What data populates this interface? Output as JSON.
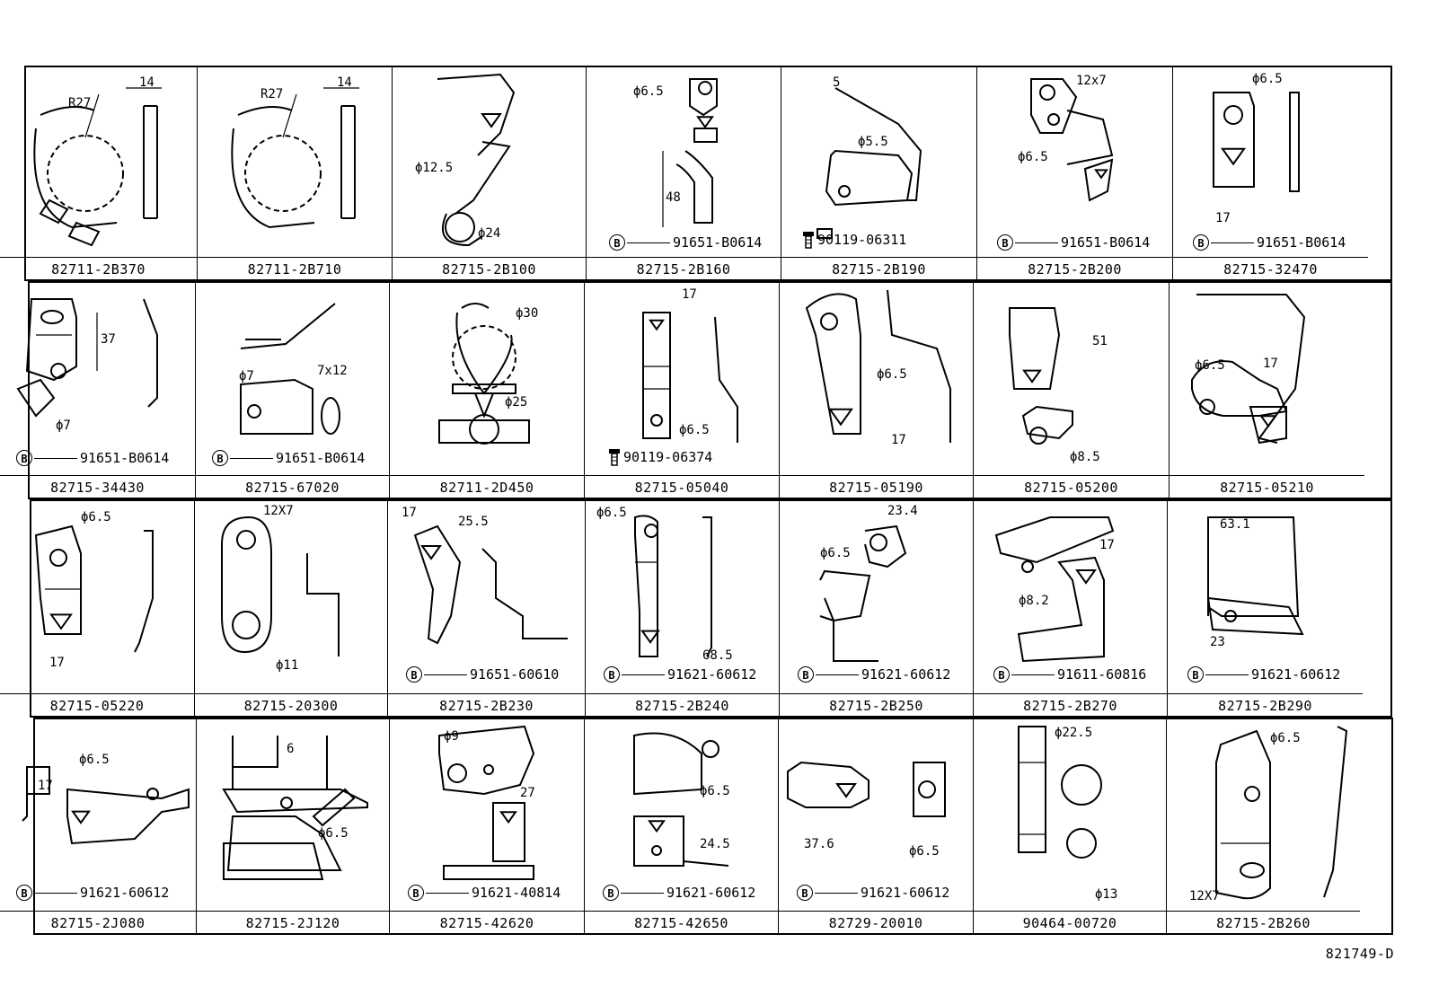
{
  "diagram_id": "821749-D",
  "rows": [
    [
      {
        "part": "82711-2B370",
        "dims": [
          "R27",
          "14"
        ],
        "bolt": ""
      },
      {
        "part": "82711-2B710",
        "dims": [
          "R27",
          "14"
        ],
        "bolt": ""
      },
      {
        "part": "82715-2B100",
        "dims": [
          "ϕ12.5",
          "ϕ24"
        ],
        "bolt": ""
      },
      {
        "part": "82715-2B160",
        "dims": [
          "ϕ6.5",
          "48"
        ],
        "bolt": "91651-B0614"
      },
      {
        "part": "82715-2B190",
        "dims": [
          "5",
          "ϕ5.5"
        ],
        "bolt": "90119-06311"
      },
      {
        "part": "82715-2B200",
        "dims": [
          "12x7",
          "ϕ6.5"
        ],
        "bolt": "91651-B0614"
      },
      {
        "part": "82715-32470",
        "dims": [
          "ϕ6.5",
          "17"
        ],
        "bolt": "91651-B0614"
      }
    ],
    [
      {
        "part": "82715-34430",
        "dims": [
          "37",
          "ϕ7"
        ],
        "bolt": "91651-B0614"
      },
      {
        "part": "82715-67020",
        "dims": [
          "ϕ7",
          "7x12"
        ],
        "bolt": "91651-B0614"
      },
      {
        "part": "82711-2D450",
        "dims": [
          "ϕ30",
          "ϕ25"
        ],
        "bolt": ""
      },
      {
        "part": "82715-05040",
        "dims": [
          "17",
          "ϕ6.5"
        ],
        "bolt": "90119-06374"
      },
      {
        "part": "82715-05190",
        "dims": [
          "ϕ6.5",
          "17"
        ],
        "bolt": ""
      },
      {
        "part": "82715-05200",
        "dims": [
          "51",
          "ϕ8.5"
        ],
        "bolt": ""
      },
      {
        "part": "82715-05210",
        "dims": [
          "ϕ6.5",
          "17"
        ],
        "bolt": ""
      }
    ],
    [
      {
        "part": "82715-05220",
        "dims": [
          "ϕ6.5",
          "17"
        ],
        "bolt": ""
      },
      {
        "part": "82715-20300",
        "dims": [
          "12X7",
          "ϕ11"
        ],
        "bolt": ""
      },
      {
        "part": "82715-2B230",
        "dims": [
          "17",
          "25.5"
        ],
        "bolt": "91651-60610"
      },
      {
        "part": "82715-2B240",
        "dims": [
          "ϕ6.5",
          "68.5"
        ],
        "bolt": "91621-60612"
      },
      {
        "part": "82715-2B250",
        "dims": [
          "23.4",
          "ϕ6.5"
        ],
        "bolt": "91621-60612"
      },
      {
        "part": "82715-2B270",
        "dims": [
          "17",
          "ϕ8.2"
        ],
        "bolt": "91611-60816"
      },
      {
        "part": "82715-2B290",
        "dims": [
          "63.1",
          "23"
        ],
        "bolt": "91621-60612"
      }
    ],
    [
      {
        "part": "82715-2J080",
        "dims": [
          "ϕ6.5",
          "17"
        ],
        "bolt": "91621-60612"
      },
      {
        "part": "82715-2J120",
        "dims": [
          "6",
          "ϕ6.5"
        ],
        "bolt": ""
      },
      {
        "part": "82715-42620",
        "dims": [
          "ϕ9",
          "27"
        ],
        "bolt": "91621-40814"
      },
      {
        "part": "82715-42650",
        "dims": [
          "ϕ6.5",
          "24.5"
        ],
        "bolt": "91621-60612"
      },
      {
        "part": "82729-20010",
        "dims": [
          "37.6",
          "ϕ6.5"
        ],
        "bolt": "91621-60612"
      },
      {
        "part": "90464-00720",
        "dims": [
          "ϕ22.5",
          "ϕ13"
        ],
        "bolt": ""
      },
      {
        "part": "82715-2B260",
        "dims": [
          "ϕ6.5",
          "12X7"
        ],
        "bolt": ""
      }
    ]
  ],
  "icons": {
    "bolt_marker": "circle-b-icon",
    "screw": "screw-icon"
  }
}
